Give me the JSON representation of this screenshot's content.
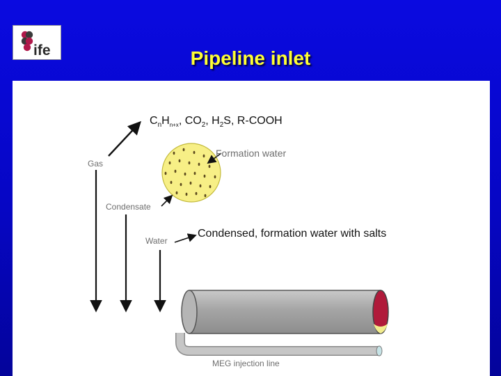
{
  "header": {
    "title": "Pipeline inlet",
    "logo": {
      "text": "ife",
      "icon": "ife-logo-icon"
    }
  },
  "diagram": {
    "formula": {
      "hydrocarbon": "C",
      "n_sub": "n",
      "h": "H",
      "nx_sub": "n+x",
      "rest1": ", CO",
      "two_sub_a": "2",
      "rest2": ", H",
      "two_sub_b": "2",
      "rest3": "S, R-COOH"
    },
    "labels": {
      "gas": "Gas",
      "formation_water": "Formation water",
      "condensate": "Condensate",
      "water": "Water",
      "condensed": "Condensed, formation water with salts",
      "meg_line": "MEG injection line"
    },
    "colors": {
      "droplet_fill": "#f7ef86",
      "droplet_dots": "#5c4a1e",
      "pipe_body": "#a7a7a7",
      "pipe_end": "#b01a3a",
      "liquid": "#f2ec8e",
      "meg_pipe": "#c6c6c6",
      "meg_end": "#c6e3e6"
    }
  }
}
